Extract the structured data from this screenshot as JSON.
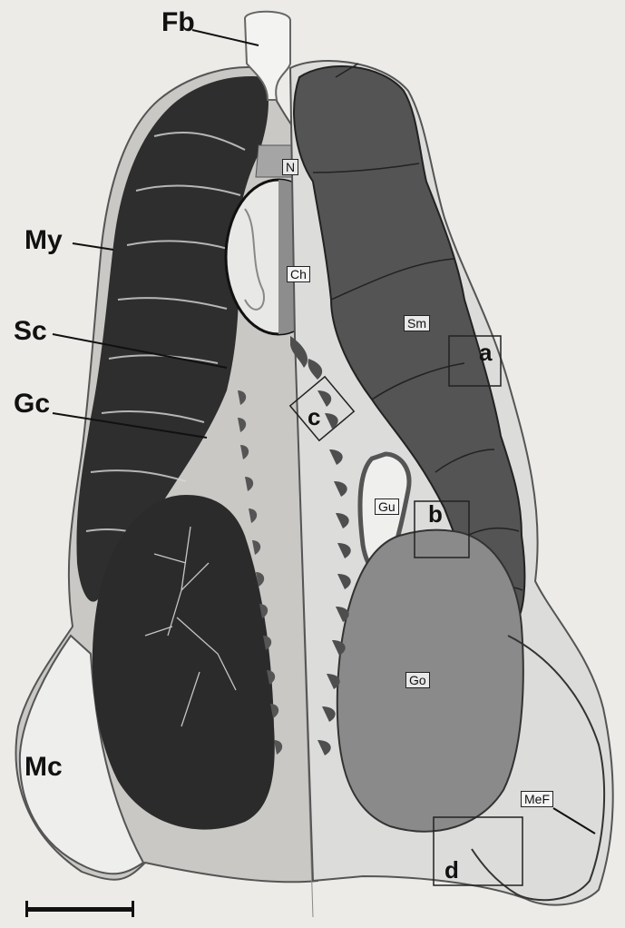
{
  "labels": {
    "fb": "Fb",
    "my": "My",
    "sc": "Sc",
    "gc": "Gc",
    "mc": "Mc",
    "n": "N",
    "ch": "Ch",
    "sm": "Sm",
    "gu": "Gu",
    "go": "Go",
    "mef": "MeF",
    "a": "a",
    "b": "b",
    "c": "c",
    "d": "d"
  },
  "colors": {
    "background": "#ecebe8",
    "muscle_dark": "#2e2e2e",
    "segment_fill": "#555555",
    "gonad_fill": "#8a8a8a",
    "outline": "#333333"
  }
}
